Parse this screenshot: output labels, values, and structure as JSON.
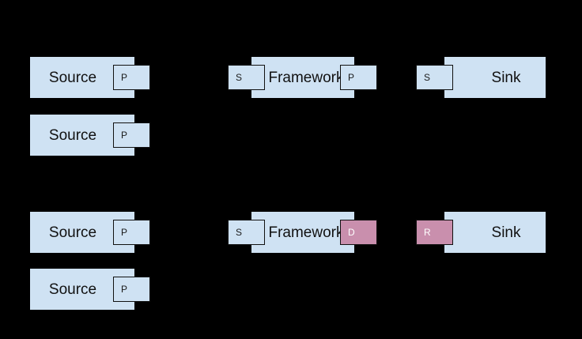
{
  "diagram": {
    "title": "",
    "background_color": "#000000",
    "node_fill": "#cfe2f3",
    "port_fill_blue": "#cfe2f3",
    "port_fill_pink": "#c98fad",
    "border_color": "#111111"
  },
  "rows": [
    {
      "id": "row-top-1",
      "nodes": [
        {
          "name": "source",
          "label": "Source",
          "ports": [
            {
              "label": "P",
              "color": "blue",
              "side": "right"
            }
          ]
        },
        {
          "name": "framework",
          "label": "Framework",
          "ports": [
            {
              "label": "S",
              "color": "blue",
              "side": "left"
            },
            {
              "label": "P",
              "color": "blue",
              "side": "right"
            }
          ]
        },
        {
          "name": "sink",
          "label": "Sink",
          "ports": [
            {
              "label": "S",
              "color": "blue",
              "side": "left"
            }
          ]
        }
      ]
    },
    {
      "id": "row-top-2",
      "nodes": [
        {
          "name": "source",
          "label": "Source",
          "ports": [
            {
              "label": "P",
              "color": "blue",
              "side": "right"
            }
          ]
        }
      ]
    },
    {
      "id": "row-bottom-1",
      "nodes": [
        {
          "name": "source",
          "label": "Source",
          "ports": [
            {
              "label": "P",
              "color": "blue",
              "side": "right"
            }
          ]
        },
        {
          "name": "framework",
          "label": "Framework",
          "ports": [
            {
              "label": "S",
              "color": "blue",
              "side": "left"
            },
            {
              "label": "D",
              "color": "pink",
              "side": "right"
            }
          ]
        },
        {
          "name": "sink",
          "label": "Sink",
          "ports": [
            {
              "label": "R",
              "color": "pink",
              "side": "left"
            }
          ]
        }
      ]
    },
    {
      "id": "row-bottom-2",
      "nodes": [
        {
          "name": "source",
          "label": "Source",
          "ports": [
            {
              "label": "P",
              "color": "blue",
              "side": "right"
            }
          ]
        }
      ]
    }
  ]
}
